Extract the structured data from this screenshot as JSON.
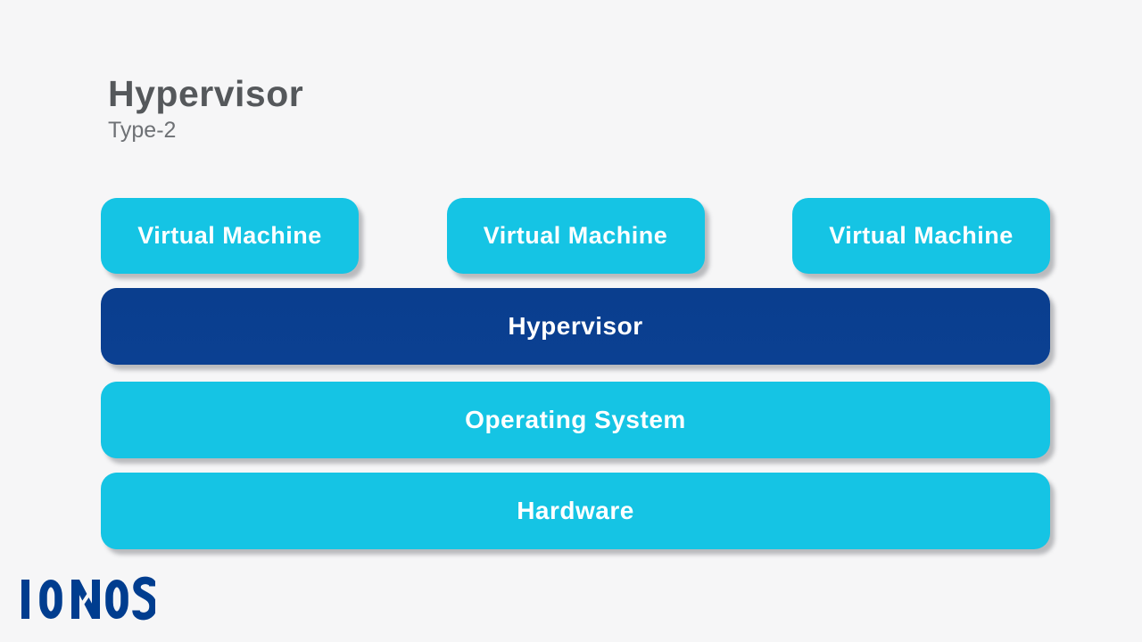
{
  "page": {
    "title": "Hypervisor",
    "subtitle": "Type-2",
    "background_color": "#f6f6f7",
    "title_color": "#55585b",
    "subtitle_color": "#6e7175"
  },
  "diagram": {
    "vm_boxes": [
      {
        "label": "Virtual Machine"
      },
      {
        "label": "Virtual Machine"
      },
      {
        "label": "Virtual Machine"
      }
    ],
    "layers": [
      {
        "label": "Hypervisor",
        "color": "#0a3f90",
        "text_color": "#ffffff"
      },
      {
        "label": "Operating System",
        "color": "#15c4e4",
        "text_color": "#ffffff"
      },
      {
        "label": "Hardware",
        "color": "#15c4e4",
        "text_color": "#ffffff"
      }
    ],
    "colors": {
      "cyan": "#15c4e4",
      "navy": "#0a3f90",
      "box_text": "#ffffff"
    }
  },
  "branding": {
    "logo_text": "IONOS",
    "logo_color": "#003d8f"
  }
}
